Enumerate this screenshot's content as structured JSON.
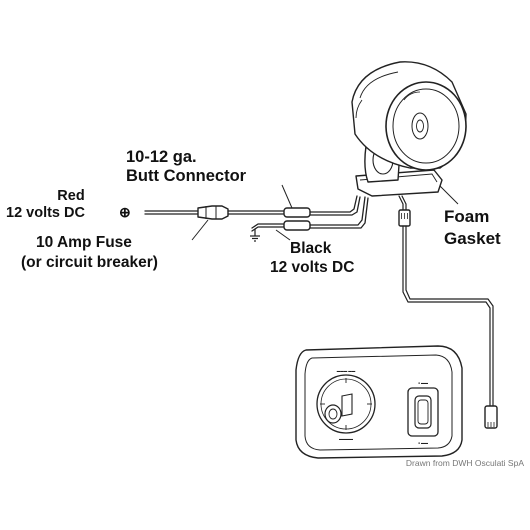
{
  "labels": {
    "butt_connector_line1": "10-12 ga.",
    "butt_connector_line2": "Butt Connector",
    "red_line1": "Red",
    "red_line2": "12 volts DC",
    "plus_symbol": "⊕",
    "fuse_line1": "10 Amp Fuse",
    "fuse_line2": "(or circuit breaker)",
    "black_line1": "Black",
    "black_line2": "12 volts DC",
    "foam_line1": "Foam",
    "foam_line2": "Gasket"
  },
  "credit": "Drawn from DWH Osculati SpA",
  "colors": {
    "line": "#222222",
    "background": "#ffffff",
    "credit": "#777777"
  }
}
